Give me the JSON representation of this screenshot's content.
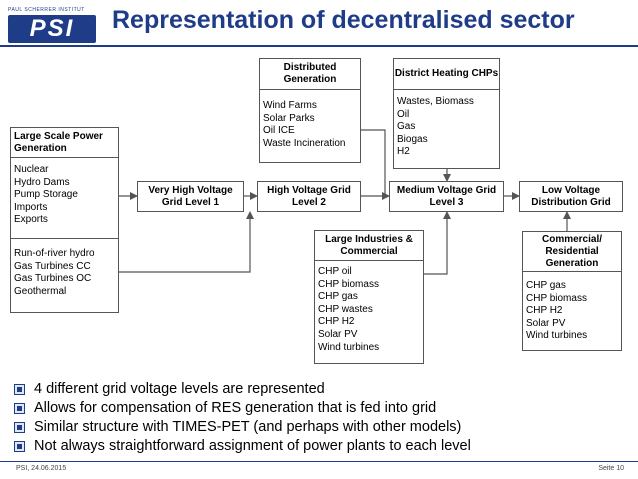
{
  "header": {
    "logo_small_text": "PAUL SCHERRER INSTITUT",
    "logo_text": "PSI",
    "title": "Representation of decentralised sector"
  },
  "diagram": {
    "large_scale": {
      "title": "Large Scale Power Generation",
      "list1": [
        "Nuclear",
        "Hydro Dams",
        "Pump Storage",
        "Imports",
        "Exports"
      ],
      "list2": [
        "Run-of-river hydro",
        "Gas Turbines CC",
        "Gas Turbines OC",
        "Geothermal"
      ]
    },
    "distributed": {
      "title": "Distributed Generation",
      "items": [
        "Wind Farms",
        "Solar Parks",
        "Oil ICE",
        "Waste Incineration"
      ]
    },
    "district_heating": {
      "title": "District Heating CHPs",
      "items": [
        "Wastes, Biomass",
        "Oil",
        "Gas",
        "Biogas",
        "H2"
      ]
    },
    "grids": {
      "very_high": "Very High Voltage Grid Level 1",
      "high": "High Voltage Grid Level 2",
      "medium": "Medium Voltage Grid Level 3",
      "low": "Low Voltage Distribution Grid"
    },
    "industries": {
      "title": "Large Industries & Commercial",
      "items": [
        "CHP oil",
        "CHP biomass",
        "CHP gas",
        "CHP wastes",
        "CHP H2",
        "Solar PV",
        "Wind turbines"
      ]
    },
    "commercial": {
      "title": "Commercial/ Residential Generation",
      "items": [
        "CHP gas",
        "CHP biomass",
        "CHP H2",
        "Solar PV",
        "Wind turbines"
      ]
    }
  },
  "bullets": [
    "4 different grid voltage levels are represented",
    "Allows for compensation of RES generation that is fed into grid",
    "Similar structure with TIMES-PET (and perhaps with other models)",
    "Not always straightforward assignment of power plants to each level"
  ],
  "footer": {
    "left": "PSI, 24.06.2015",
    "right": "Seite 10"
  },
  "colors": {
    "brand": "#1f3c88",
    "box_border": "#555555"
  }
}
